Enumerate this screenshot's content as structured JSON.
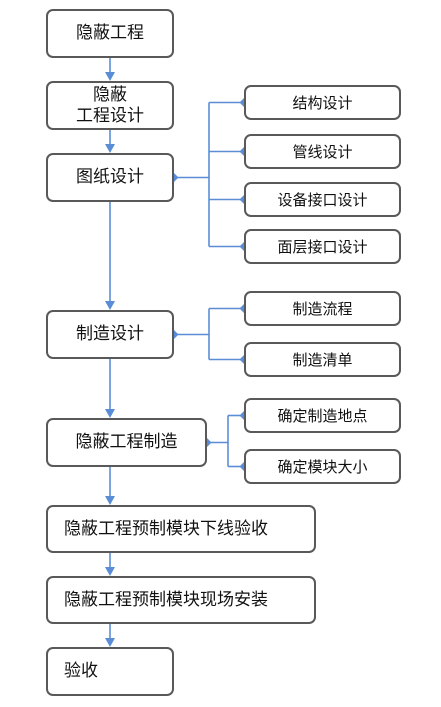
{
  "colors": {
    "connector": "#5b8dd6",
    "border": "#595959",
    "text": "#111111"
  },
  "main_flow": [
    {
      "id": "hidden-project",
      "label": "隐蔽工程"
    },
    {
      "id": "hidden-design",
      "label": "隐蔽\n工程设计"
    },
    {
      "id": "drawing-design",
      "label": "图纸设计"
    },
    {
      "id": "manufacturing-design",
      "label": "制造设计"
    },
    {
      "id": "hidden-manufacturing",
      "label": "隐蔽工程制造"
    },
    {
      "id": "prefab-offline-check",
      "label": "隐蔽工程预制模块下线验收"
    },
    {
      "id": "prefab-site-install",
      "label": "隐蔽工程预制模块现场安装"
    },
    {
      "id": "acceptance",
      "label": "验收"
    }
  ],
  "branches": {
    "drawing_design": [
      "结构设计",
      "管线设计",
      "设备接口设计",
      "面层接口设计"
    ],
    "manufacturing_design": [
      "制造流程",
      "制造清单"
    ],
    "hidden_manufacturing": [
      "确定制造地点",
      "确定模块大小"
    ]
  }
}
